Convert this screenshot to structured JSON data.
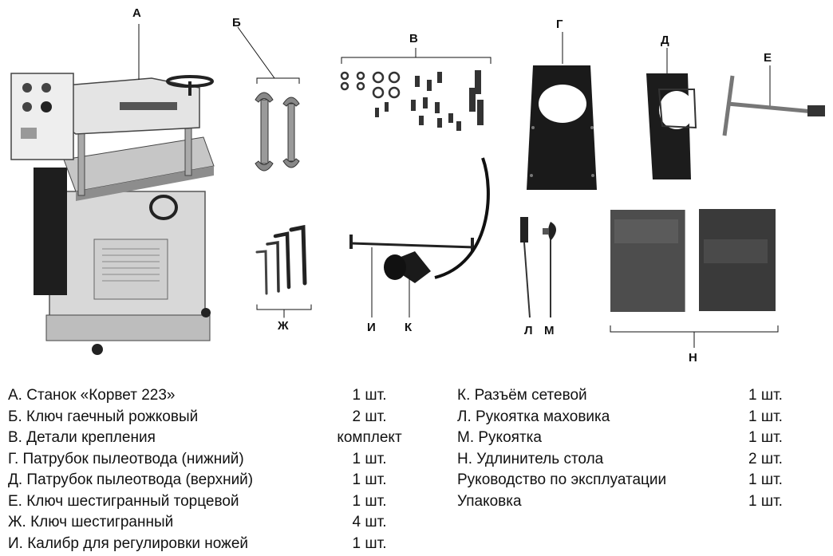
{
  "callouts": {
    "a": "А",
    "b": "Б",
    "v": "В",
    "g": "Г",
    "d": "Д",
    "e": "Е",
    "zh": "Ж",
    "i": "И",
    "k": "К",
    "l": "Л",
    "m": "М",
    "n": "Н"
  },
  "parts_left": [
    {
      "name": "А. Станок «Корвет 223»",
      "qty": "1 шт."
    },
    {
      "name": "Б. Ключ гаечный рожковый",
      "qty": "2 шт."
    },
    {
      "name": "В. Детали крепления",
      "qty": "комплект"
    },
    {
      "name": "Г. Патрубок пылеотвода (нижний)",
      "qty": "1 шт."
    },
    {
      "name": "Д. Патрубок пылеотвода (верхний)",
      "qty": "1 шт."
    },
    {
      "name": "Е. Ключ шестигранный торцевой",
      "qty": "1 шт."
    },
    {
      "name": "Ж. Ключ шестигранный",
      "qty": "4 шт."
    },
    {
      "name": "И. Калибр для регулировки ножей",
      "qty": "1 шт."
    }
  ],
  "parts_right": [
    {
      "name": "К. Разъём сетевой",
      "qty": "1 шт."
    },
    {
      "name": "Л. Рукоятка маховика",
      "qty": "1 шт."
    },
    {
      "name": "М. Рукоятка",
      "qty": "1 шт."
    },
    {
      "name": "Н. Удлинитель стола",
      "qty": "2 шт."
    },
    {
      "name": "Руководство по эксплуатации",
      "qty": "1 шт."
    },
    {
      "name": "Упаковка",
      "qty": "1 шт."
    }
  ]
}
